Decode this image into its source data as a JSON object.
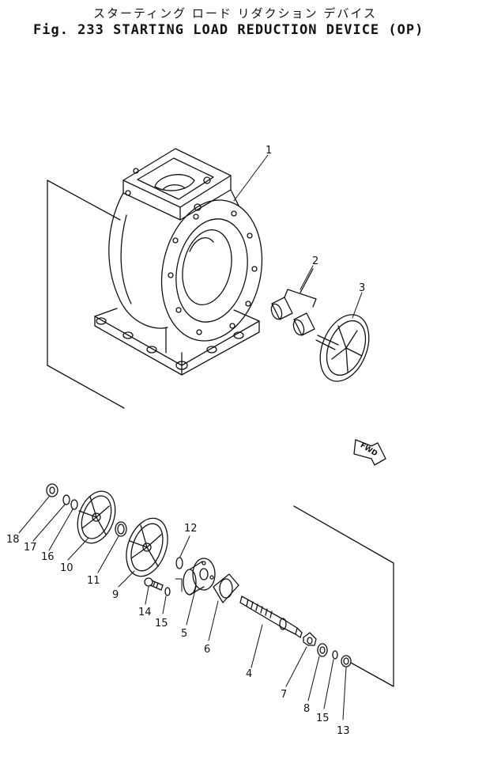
{
  "title_jp": "スターティング ロード リダクション デバイス",
  "title_en": "Fig. 233   STARTING LOAD REDUCTION DEVICE (OP)",
  "fwd_label": "FWD",
  "callouts": {
    "c1": "1",
    "c2": "2",
    "c3": "3",
    "c4": "4",
    "c5": "5",
    "c6": "6",
    "c7": "7",
    "c8": "8",
    "c9": "9",
    "c10": "10",
    "c11": "11",
    "c12": "12",
    "c13": "13",
    "c14": "14",
    "c15a": "15",
    "c15b": "15",
    "c16": "16",
    "c17": "17",
    "c18": "18"
  }
}
